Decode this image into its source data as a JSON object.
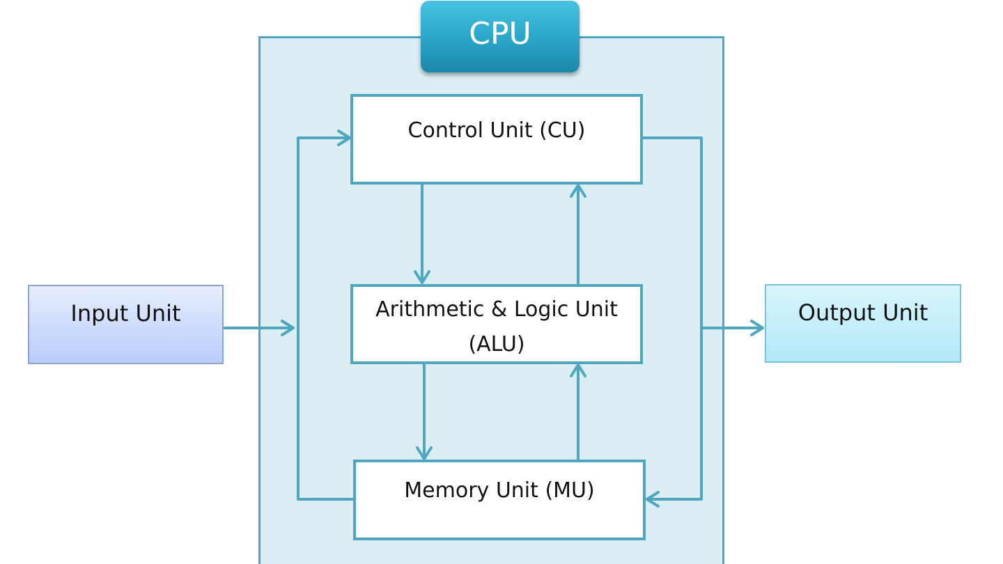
{
  "cpu": {
    "label": "CPU"
  },
  "units": {
    "control_unit": {
      "line1": "Control Unit (CU)"
    },
    "alu": {
      "line1": "Arithmetic & Logic Unit",
      "line2": "(ALU)"
    },
    "memory_unit": {
      "line1": "Memory Unit (MU)"
    },
    "input_unit": {
      "label": "Input Unit"
    },
    "output_unit": {
      "label": "Output Unit"
    }
  },
  "colors": {
    "connector": "#4ea7bf",
    "cpu_fill": "#dbeef4",
    "cpu_tab": "#2aa5c8",
    "input_fill": "#b9cdfa",
    "output_fill": "#b1e9f8"
  }
}
